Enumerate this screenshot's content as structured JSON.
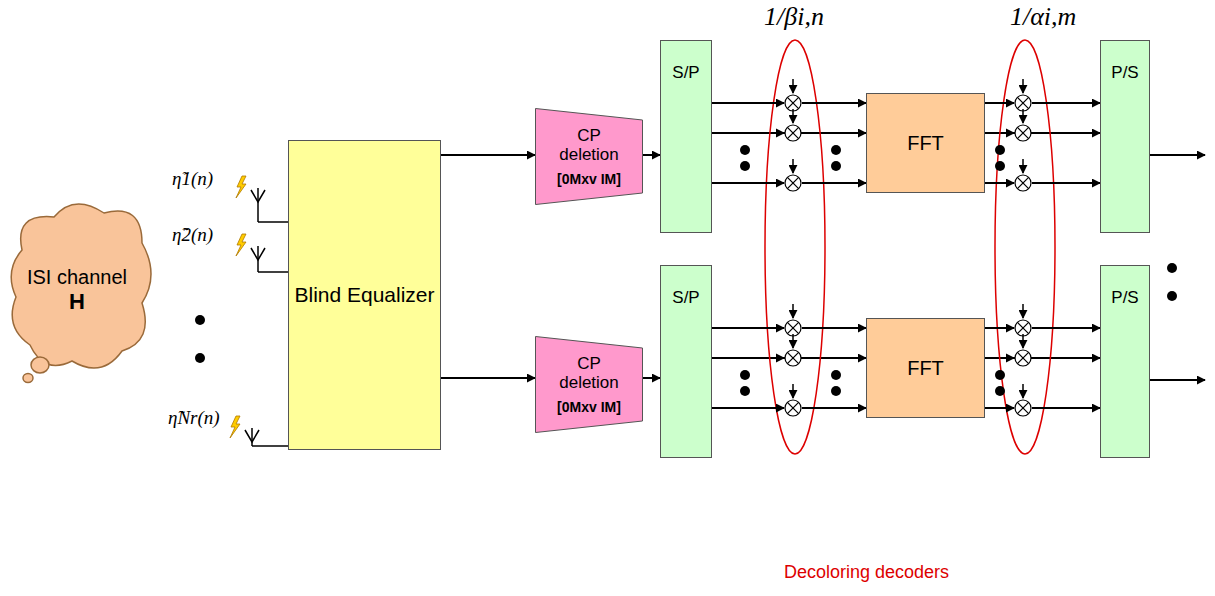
{
  "diagram": {
    "nodes": [
      {
        "text": [
          "ISI channel",
          "H"
        ]
      },
      {
        "text": [
          "Blind Equalizer"
        ]
      },
      {
        "text": [
          "CP deletion",
          "[0Mxv IM]"
        ]
      },
      {
        "text": [
          "CP deletion",
          "[0Mxv IM]"
        ]
      },
      {
        "text": [
          "S/P"
        ]
      },
      {
        "text": [
          "S/P"
        ]
      },
      {
        "text": [
          "FFT"
        ]
      },
      {
        "text": [
          "FFT"
        ]
      },
      {
        "text": [
          "P/S"
        ]
      },
      {
        "text": [
          "P/S"
        ]
      }
    ],
    "edges": [
      {
        "from": 1,
        "to": 2,
        "arrow": "to"
      },
      {
        "from": 2,
        "to": 4,
        "arrow": "to"
      },
      {
        "from": 4,
        "to": 6,
        "arrow": "to"
      },
      {
        "from": 6,
        "to": 8,
        "arrow": "to"
      },
      {
        "from": 1,
        "to": 3,
        "arrow": "to"
      },
      {
        "from": 3,
        "to": 5,
        "arrow": "to"
      },
      {
        "from": 5,
        "to": 7,
        "arrow": "to"
      },
      {
        "from": 7,
        "to": 9,
        "arrow": "to"
      }
    ],
    "labels": [
      "η̃1(n)",
      "η̃2(n)",
      "η̃Nr(n)",
      "1/βi,n",
      "1/αi,m",
      "Decoloring decoders"
    ]
  }
}
